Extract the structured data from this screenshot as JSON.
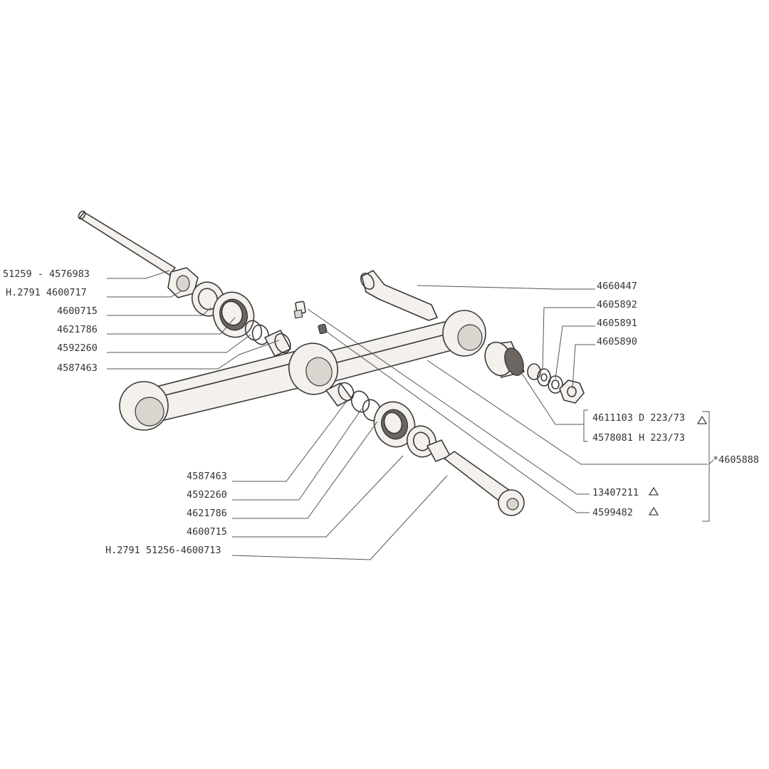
{
  "labels": {
    "shaft_left": "51259 - 4576983",
    "nut_left": "H.2791 4600717",
    "bearing_left": "4600715",
    "seal_left": "4621786",
    "ring_left": "4592260",
    "bush_left": "4587463",
    "bolt_right": "4660447",
    "washer_a": "4605892",
    "washer_b": "4605891",
    "nut_right": "4605890",
    "bush_d": "4611103 D 223/73",
    "bush_h": "4578081 H 223/73",
    "assembly": "*4605888",
    "nipple_a": "13407211",
    "nipple_b": "4599482",
    "bush_lower": "4587463",
    "ring_lower": "4592260",
    "seal_lower": "4621786",
    "bearing_lower": "4600715",
    "shaft_lower": "H.2791 51256-4600713"
  },
  "icons": {
    "note_marker": "triangle-icon"
  }
}
